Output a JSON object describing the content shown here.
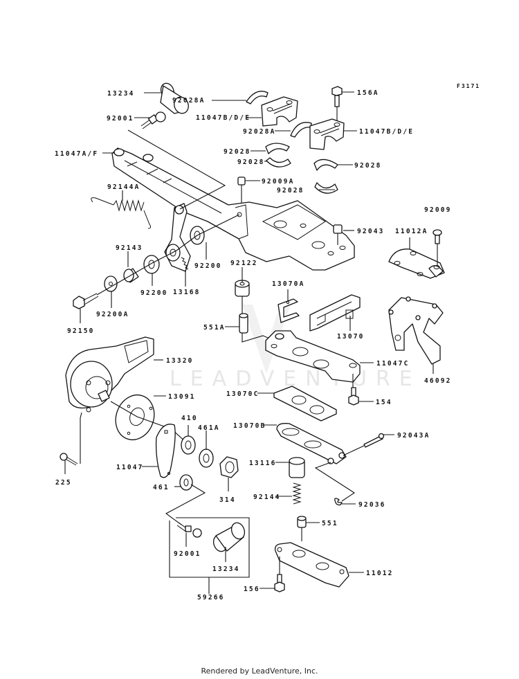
{
  "diagram": {
    "reference_code": "F3171",
    "watermark": "LEADVENTURE",
    "footer": "Rendered by LeadVenture, Inc.",
    "callouts": [
      {
        "id": "c1",
        "label": "13234",
        "part": "pivot-sleeve-upper"
      },
      {
        "id": "c2",
        "label": "92028A",
        "part": "bushing-half-a-left"
      },
      {
        "id": "c3",
        "label": "11047B/D/E",
        "part": "bracket-cap-left"
      },
      {
        "id": "c4",
        "label": "156A",
        "part": "bolt-top"
      },
      {
        "id": "c5",
        "label": "92001",
        "part": "ball-stud-upper"
      },
      {
        "id": "c6",
        "label": "92028A",
        "part": "bushing-half-a-right"
      },
      {
        "id": "c7",
        "label": "11047B/D/E",
        "part": "bracket-cap-right"
      },
      {
        "id": "c8",
        "label": "11047A/F",
        "part": "main-arm-bracket"
      },
      {
        "id": "c9",
        "label": "92028",
        "part": "bushing-half-1"
      },
      {
        "id": "c10",
        "label": "92028",
        "part": "bushing-half-2"
      },
      {
        "id": "c11",
        "label": "92028",
        "part": "bushing-half-3"
      },
      {
        "id": "c12",
        "label": "92009A",
        "part": "collar-small"
      },
      {
        "id": "c13",
        "label": "92028",
        "part": "bushing-half-4"
      },
      {
        "id": "c14",
        "label": "92144A",
        "part": "tension-spring"
      },
      {
        "id": "c15",
        "label": "92009",
        "part": "screw-right"
      },
      {
        "id": "c16",
        "label": "92043",
        "part": "collar-92043"
      },
      {
        "id": "c17",
        "label": "11012A",
        "part": "clamp-cover"
      },
      {
        "id": "c18",
        "label": "92143",
        "part": "spacer"
      },
      {
        "id": "c19",
        "label": "92200",
        "part": "washer-upper"
      },
      {
        "id": "c20",
        "label": "92122",
        "part": "damper-bushing"
      },
      {
        "id": "c21",
        "label": "92200",
        "part": "washer-lower"
      },
      {
        "id": "c22",
        "label": "13168",
        "part": "gear-sector-lever"
      },
      {
        "id": "c23",
        "label": "92200A",
        "part": "washer-a"
      },
      {
        "id": "c24",
        "label": "13070A",
        "part": "plate-clip"
      },
      {
        "id": "c25",
        "label": "92150",
        "part": "bolt-92150"
      },
      {
        "id": "c26",
        "label": "551A",
        "part": "pin-551a"
      },
      {
        "id": "c27",
        "label": "13070",
        "part": "guide-plate"
      },
      {
        "id": "c28",
        "label": "13320",
        "part": "housing-arm"
      },
      {
        "id": "c29",
        "label": "11047C",
        "part": "lower-bracket"
      },
      {
        "id": "c30",
        "label": "46092",
        "part": "handle-holder"
      },
      {
        "id": "c31",
        "label": "13091",
        "part": "flange-plate"
      },
      {
        "id": "c32",
        "label": "13070C",
        "part": "plate-13070c"
      },
      {
        "id": "c33",
        "label": "154",
        "part": "bolt-154"
      },
      {
        "id": "c34",
        "label": "410",
        "part": "washer-410"
      },
      {
        "id": "c35",
        "label": "461A",
        "part": "washer-461a"
      },
      {
        "id": "c36",
        "label": "13070B",
        "part": "guide-13070b"
      },
      {
        "id": "c37",
        "label": "92043A",
        "part": "pin-92043a"
      },
      {
        "id": "c38",
        "label": "11047",
        "part": "lever-plate"
      },
      {
        "id": "c39",
        "label": "225",
        "part": "screw-225"
      },
      {
        "id": "c40",
        "label": "13116",
        "part": "plunger"
      },
      {
        "id": "c41",
        "label": "461",
        "part": "washer-461"
      },
      {
        "id": "c42",
        "label": "314",
        "part": "nut-314"
      },
      {
        "id": "c43",
        "label": "92144",
        "part": "spring-92144"
      },
      {
        "id": "c44",
        "label": "92036",
        "part": "circlip"
      },
      {
        "id": "c45",
        "label": "551",
        "part": "pin-551"
      },
      {
        "id": "c46",
        "label": "92001",
        "part": "ball-stud-kit"
      },
      {
        "id": "c47",
        "label": "13234",
        "part": "sleeve-kit"
      },
      {
        "id": "c48",
        "label": "11012",
        "part": "base-plate"
      },
      {
        "id": "c49",
        "label": "156",
        "part": "bolt-156"
      },
      {
        "id": "c50",
        "label": "59266",
        "part": "kit-59266"
      }
    ]
  }
}
